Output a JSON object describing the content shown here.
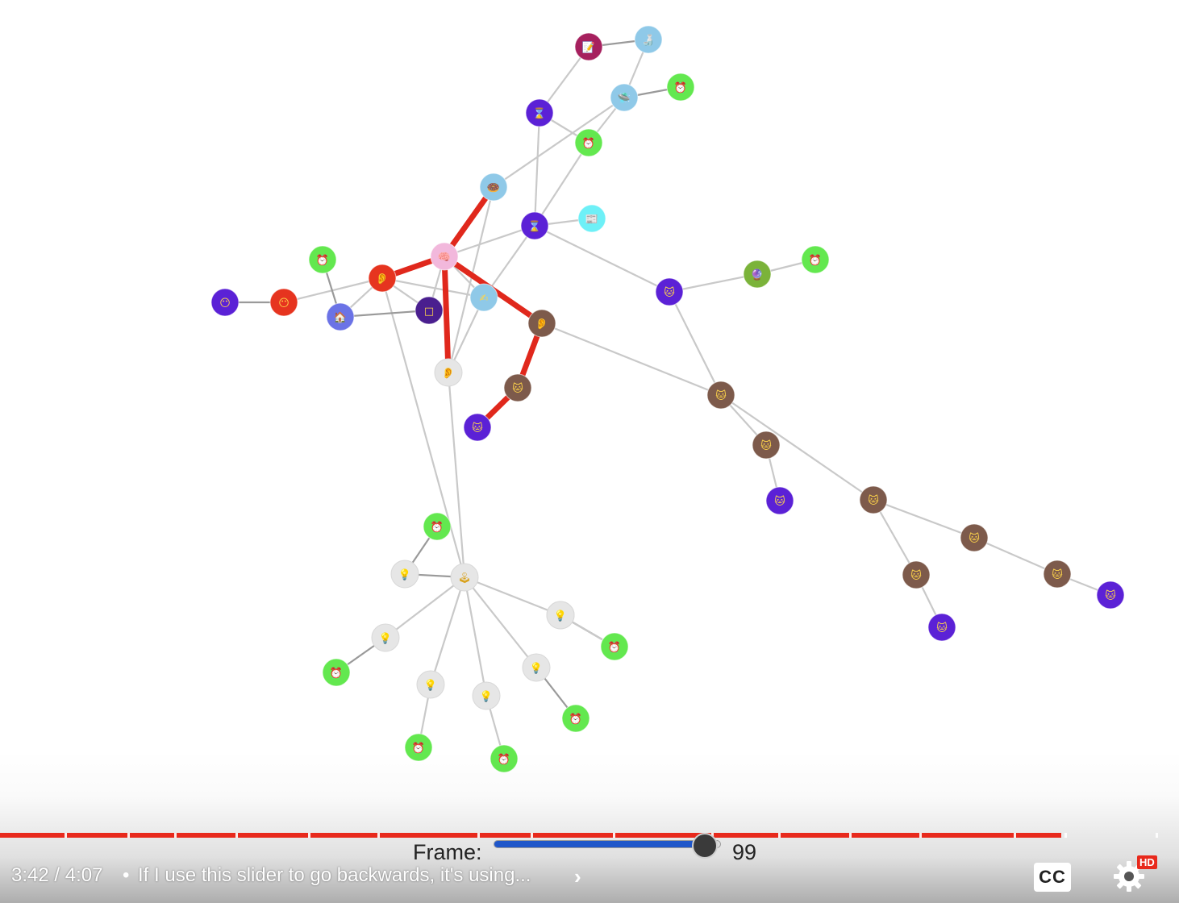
{
  "graph": {
    "colors": {
      "purple": "#5b21d6",
      "red": "#e6341f",
      "green": "#63e84f",
      "lightblue": "#8fc9e8",
      "brown": "#7d5a4b",
      "grey": "#e6e6e6",
      "periwinkle": "#6b73e6",
      "navy": "#4a1f8f",
      "magenta": "#a6205e",
      "cyan": "#6ef0f7",
      "pink": "#f2b8dc",
      "olive": "#7bb33a",
      "edge": "#c9c9c9",
      "edge_dark": "#9a9a9a",
      "highlight": "#e0281c"
    },
    "nodes": [
      {
        "id": "n1",
        "icon": "notepad",
        "color": "magenta"
      },
      {
        "id": "n2",
        "icon": "bottle",
        "color": "lightblue"
      },
      {
        "id": "n3",
        "icon": "hourglass",
        "color": "purple"
      },
      {
        "id": "n4",
        "icon": "ufo",
        "color": "lightblue"
      },
      {
        "id": "n5",
        "icon": "alarm-clock",
        "color": "green"
      },
      {
        "id": "n6",
        "icon": "alarm-clock",
        "color": "green"
      },
      {
        "id": "n7",
        "icon": "donut",
        "color": "lightblue"
      },
      {
        "id": "n8",
        "icon": "hourglass",
        "color": "purple"
      },
      {
        "id": "n9",
        "icon": "newspaper",
        "color": "cyan"
      },
      {
        "id": "n10",
        "icon": "brain",
        "color": "pink"
      },
      {
        "id": "n11",
        "icon": "ear",
        "color": "red"
      },
      {
        "id": "n12",
        "icon": "alarm-clock",
        "color": "green"
      },
      {
        "id": "n13",
        "icon": "face",
        "color": "purple"
      },
      {
        "id": "n14",
        "icon": "face",
        "color": "red"
      },
      {
        "id": "n15",
        "icon": "house",
        "color": "periwinkle"
      },
      {
        "id": "n16",
        "icon": "white-square",
        "color": "navy"
      },
      {
        "id": "n17",
        "icon": "writing-hand",
        "color": "lightblue"
      },
      {
        "id": "n18",
        "icon": "ear",
        "color": "brown"
      },
      {
        "id": "n19",
        "icon": "ear",
        "color": "grey"
      },
      {
        "id": "n20",
        "icon": "cat",
        "color": "brown"
      },
      {
        "id": "n21",
        "icon": "cat",
        "color": "purple"
      },
      {
        "id": "n22",
        "icon": "cat",
        "color": "purple"
      },
      {
        "id": "n23",
        "icon": "crystal-ball",
        "color": "olive"
      },
      {
        "id": "n24",
        "icon": "alarm-clock",
        "color": "green"
      },
      {
        "id": "n25",
        "icon": "cat",
        "color": "brown"
      },
      {
        "id": "n26",
        "icon": "cat",
        "color": "brown"
      },
      {
        "id": "n27",
        "icon": "cat",
        "color": "purple"
      },
      {
        "id": "n28",
        "icon": "cat",
        "color": "brown"
      },
      {
        "id": "n29",
        "icon": "cat",
        "color": "brown"
      },
      {
        "id": "n30",
        "icon": "cat",
        "color": "brown"
      },
      {
        "id": "n31",
        "icon": "cat",
        "color": "purple"
      },
      {
        "id": "n32",
        "icon": "cat",
        "color": "brown"
      },
      {
        "id": "n33",
        "icon": "cat",
        "color": "purple"
      },
      {
        "id": "n34",
        "icon": "alarm-clock",
        "color": "green"
      },
      {
        "id": "n35",
        "icon": "lightbulb",
        "color": "grey"
      },
      {
        "id": "n36",
        "icon": "joystick",
        "color": "grey"
      },
      {
        "id": "n37",
        "icon": "lightbulb",
        "color": "grey"
      },
      {
        "id": "n38",
        "icon": "alarm-clock",
        "color": "green"
      },
      {
        "id": "n39",
        "icon": "lightbulb",
        "color": "grey"
      },
      {
        "id": "n40",
        "icon": "alarm-clock",
        "color": "green"
      },
      {
        "id": "n41",
        "icon": "lightbulb",
        "color": "grey"
      },
      {
        "id": "n42",
        "icon": "alarm-clock",
        "color": "green"
      },
      {
        "id": "n43",
        "icon": "lightbulb",
        "color": "grey"
      },
      {
        "id": "n44",
        "icon": "alarm-clock",
        "color": "green"
      },
      {
        "id": "n45",
        "icon": "lightbulb",
        "color": "grey"
      },
      {
        "id": "n46",
        "icon": "alarm-clock",
        "color": "green"
      },
      {
        "id": "n47",
        "icon": "lightbulb",
        "color": "grey"
      },
      {
        "id": "n48",
        "icon": "alarm-clock",
        "color": "green"
      }
    ],
    "edges": [
      [
        "n1",
        "n2"
      ],
      [
        "n1",
        "n3"
      ],
      [
        "n2",
        "n4"
      ],
      [
        "n4",
        "n5"
      ],
      [
        "n4",
        "n7"
      ],
      [
        "n4",
        "n6"
      ],
      [
        "n3",
        "n6"
      ],
      [
        "n3",
        "n8"
      ],
      [
        "n6",
        "n8"
      ],
      [
        "n7",
        "n10"
      ],
      [
        "n7",
        "n19"
      ],
      [
        "n8",
        "n9"
      ],
      [
        "n8",
        "n10"
      ],
      [
        "n8",
        "n17"
      ],
      [
        "n8",
        "n22"
      ],
      [
        "n10",
        "n11"
      ],
      [
        "n10",
        "n17"
      ],
      [
        "n10",
        "n18"
      ],
      [
        "n10",
        "n19"
      ],
      [
        "n10",
        "n16"
      ],
      [
        "n11",
        "n14"
      ],
      [
        "n11",
        "n15"
      ],
      [
        "n11",
        "n16"
      ],
      [
        "n11",
        "n36"
      ],
      [
        "n11",
        "n17"
      ],
      [
        "n12",
        "n15"
      ],
      [
        "n13",
        "n14"
      ],
      [
        "n15",
        "n16"
      ],
      [
        "n17",
        "n19"
      ],
      [
        "n18",
        "n20"
      ],
      [
        "n18",
        "n25"
      ],
      [
        "n20",
        "n21"
      ],
      [
        "n22",
        "n23"
      ],
      [
        "n22",
        "n25"
      ],
      [
        "n23",
        "n24"
      ],
      [
        "n25",
        "n26"
      ],
      [
        "n25",
        "n28"
      ],
      [
        "n26",
        "n27"
      ],
      [
        "n28",
        "n29"
      ],
      [
        "n28",
        "n30"
      ],
      [
        "n29",
        "n31"
      ],
      [
        "n30",
        "n32"
      ],
      [
        "n32",
        "n33"
      ],
      [
        "n19",
        "n36"
      ],
      [
        "n34",
        "n35"
      ],
      [
        "n35",
        "n36"
      ],
      [
        "n36",
        "n37"
      ],
      [
        "n36",
        "n39"
      ],
      [
        "n36",
        "n41"
      ],
      [
        "n36",
        "n43"
      ],
      [
        "n36",
        "n45"
      ],
      [
        "n37",
        "n38"
      ],
      [
        "n39",
        "n40"
      ],
      [
        "n41",
        "n42"
      ],
      [
        "n43",
        "n44"
      ],
      [
        "n45",
        "n46"
      ],
      [
        "n47",
        "n48"
      ]
    ],
    "highlighted_edges": [
      [
        "n7",
        "n10"
      ],
      [
        "n10",
        "n11"
      ],
      [
        "n10",
        "n19"
      ],
      [
        "n10",
        "n18"
      ],
      [
        "n18",
        "n20"
      ],
      [
        "n20",
        "n21"
      ]
    ]
  },
  "player": {
    "progress_fraction": 0.9,
    "chapter_markers": [
      0.055,
      0.108,
      0.148,
      0.2,
      0.261,
      0.32,
      0.405,
      0.45,
      0.52,
      0.603,
      0.66,
      0.72,
      0.78,
      0.86,
      0.903,
      0.98
    ],
    "frame_label": "Frame:",
    "frame_value": "99",
    "slider_fraction": 0.93,
    "time": "3:42 / 4:07",
    "separator": "•",
    "chapter_title": "If I use this slider to go backwards, it's using...",
    "chevron": "›",
    "cc_label": "CC",
    "hd_label": "HD"
  }
}
